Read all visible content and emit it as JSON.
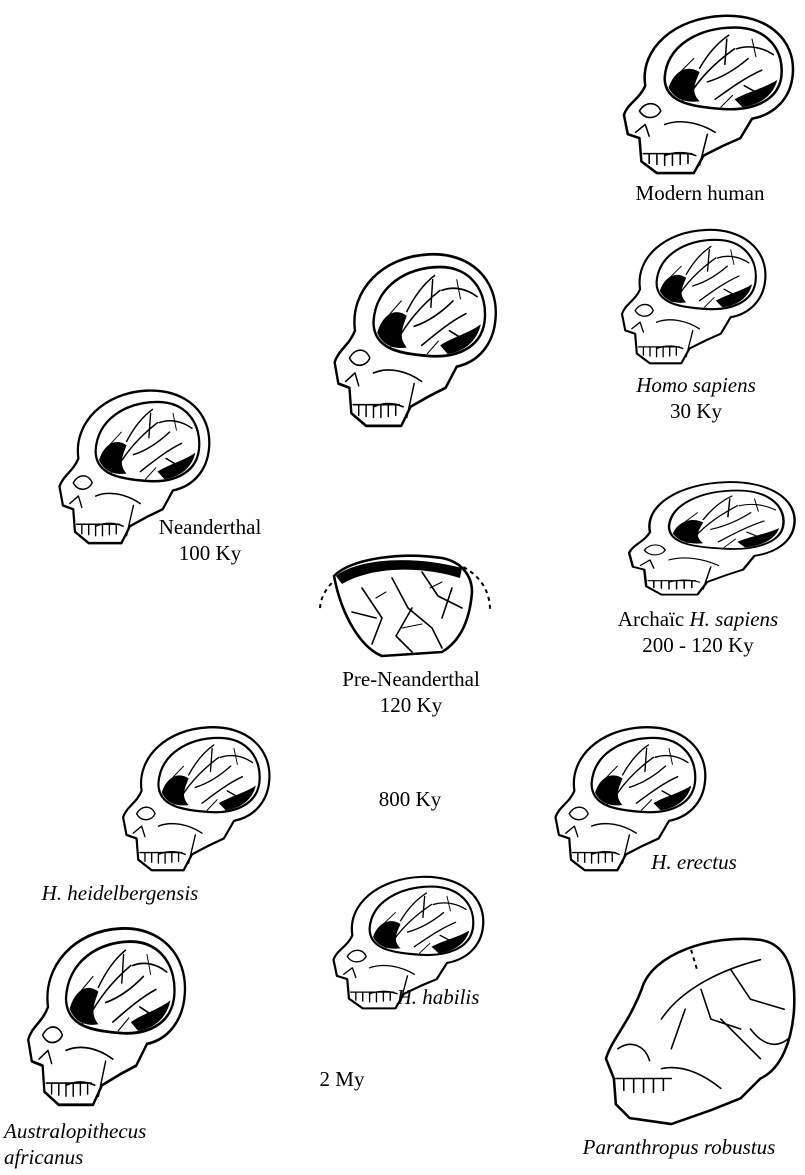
{
  "labels": {
    "modern": {
      "text": "Modern human"
    },
    "sapiens": {
      "name": "Homo sapiens",
      "age": "30 Ky"
    },
    "neanderthal": {
      "name": "Neanderthal",
      "age": "100 Ky"
    },
    "archaic": {
      "prefix": "Archaïc ",
      "name": "H. sapiens",
      "age": "200 - 120 Ky"
    },
    "preneanderthal": {
      "name": "Pre-Neanderthal",
      "age": "120 Ky"
    },
    "age800": {
      "text": "800 Ky"
    },
    "heidelbergensis": {
      "name": "H. heidelbergensis"
    },
    "erectus": {
      "name": "H. erectus"
    },
    "habilis": {
      "name": "H. habilis"
    },
    "age2my": {
      "text": "2 My"
    },
    "australopithecus": {
      "line1": "Australopithecus",
      "line2": "africanus"
    },
    "paranthropus": {
      "name": "Paranthropus robustus"
    }
  },
  "colors": {
    "ink": "#000000",
    "background": "#ffffff"
  }
}
